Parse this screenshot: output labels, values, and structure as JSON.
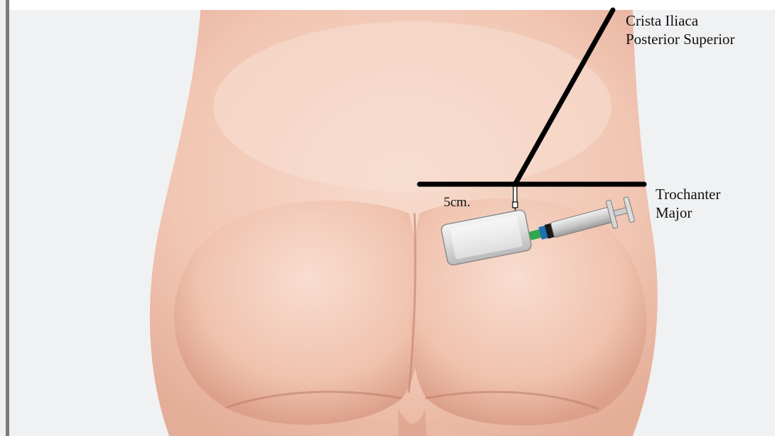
{
  "labels": {
    "crista_line1": "Crista Iliaca",
    "crista_line2": "Posterior Superior",
    "trochanter_line1": "Trochanter",
    "trochanter_line2": "Major",
    "distance": "5cm."
  },
  "colors": {
    "background": "#f0f1f3",
    "frame_bar": "#7c7c7c",
    "skin_light": "#f6d6c6",
    "skin_mid": "#eebba6",
    "skin_dark": "#c98a78",
    "line": "#000000",
    "text": "#111111"
  },
  "icons": {
    "syringe": "syringe-icon",
    "vial": "vial-icon"
  }
}
